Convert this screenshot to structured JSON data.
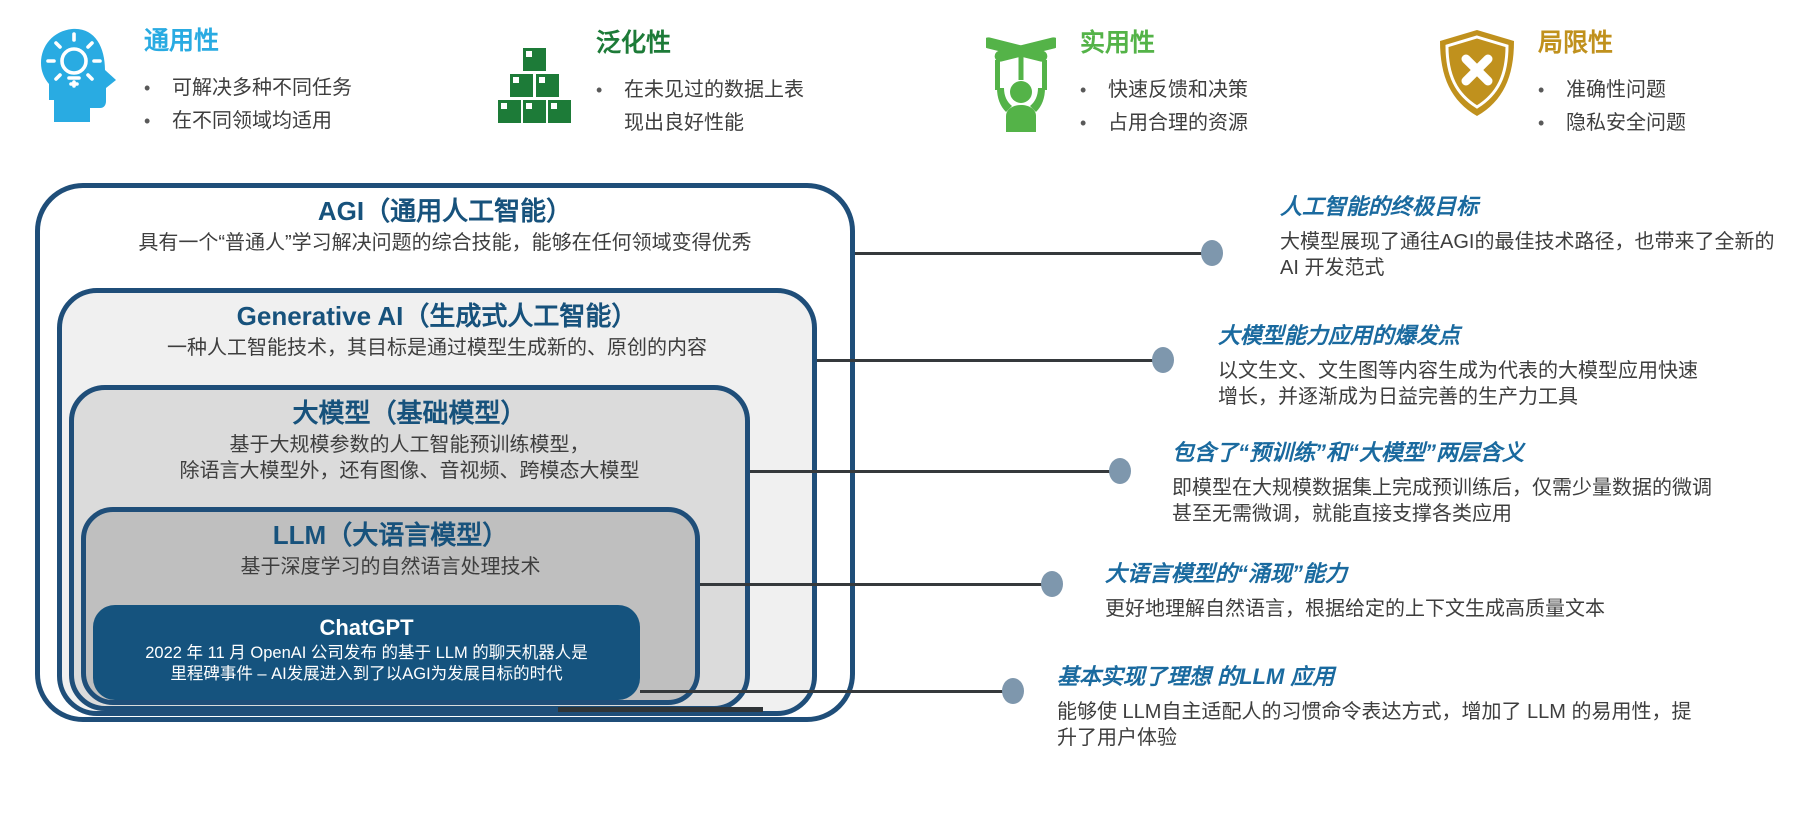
{
  "features": [
    {
      "title": "通用性",
      "icon": "head-lightbulb-icon",
      "color": "#29ABE2",
      "bullets": [
        "可解决多种不同任务",
        "在不同领域均适用"
      ]
    },
    {
      "title": "泛化性",
      "icon": "blocks-pyramid-icon",
      "color": "#1D7B38",
      "bullets": [
        "在未见过的数据上表现出良好性能"
      ]
    },
    {
      "title": "实用性",
      "icon": "marionette-icon",
      "color": "#54B348",
      "bullets": [
        "快速反馈和决策",
        "占用合理的资源"
      ]
    },
    {
      "title": "局限性",
      "icon": "shield-x-icon",
      "color": "#C0911D",
      "bullets": [
        "准确性问题",
        "隐私安全问题"
      ]
    }
  ],
  "boxes": [
    {
      "title": "AGI（通用人工智能）",
      "subtitle": "具有一个“普通人”学习解决问题的综合技能，能够在任何领域变得优秀"
    },
    {
      "title": "Generative AI（生成式人工智能）",
      "subtitle": "一种人工智能技术，其目标是通过模型生成新的、原创的内容"
    },
    {
      "title": "大模型（基础模型）",
      "subtitle": "基于大规模参数的人工智能预训练模型，\n除语言大模型外，还有图像、音视频、跨模态大模型"
    },
    {
      "title": "LLM（大语言模型）",
      "subtitle": "基于深度学习的自然语言处理技术"
    },
    {
      "title": "ChatGPT",
      "subtitle": "2022 年 11 月 OpenAI 公司发布 的基于 LLM 的聊天机器人是\n里程碑事件 – AI发展进入到了以AGI为发展目标的时代"
    }
  ],
  "annotations": [
    {
      "title": "人工智能的终极目标",
      "body": "大模型展现了通往AGI的最佳技术路径，也带来了全新的 AI 开发范式"
    },
    {
      "title": "大模型能力应用的爆发点",
      "body": "以文生文、文生图等内容生成为代表的大模型应用快速增长，并逐渐成为日益完善的生产力工具"
    },
    {
      "title": "包含了“预训练”和“大模型”两层含义",
      "body": "即模型在大规模数据集上完成预训练后，仅需少量数据的微调甚至无需微调，就能直接支撑各类应用"
    },
    {
      "title": "大语言模型的“涌现”能力",
      "body": "更好地理解自然语言，根据给定的上下文生成高质量文本"
    },
    {
      "title": "基本实现了理想 的LLM 应用",
      "body": "能够使 LLM自主适配人的习惯命令表达方式，增加了 LLM 的易用性，提升了用户体验"
    }
  ],
  "colors": {
    "box_border": "#1F4E79",
    "box_title": "#17527C",
    "chatgpt_fill": "#15537E",
    "annotation_title": "#1A6A9F",
    "body_text": "#3e3e3e",
    "connector_line": "#35393C",
    "connector_dot": "#7E97AD",
    "cyan": "#29ABE2",
    "dark_green": "#1D7B38",
    "light_green": "#54B348",
    "gold": "#C0911D"
  }
}
